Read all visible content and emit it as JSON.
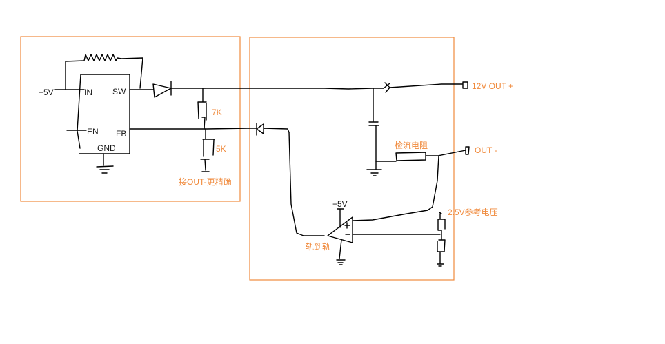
{
  "colors": {
    "annotation": "#f08a3c",
    "wire": "#000000",
    "background": "#ffffff"
  },
  "left_block": {
    "chip": {
      "pins": {
        "in": "IN",
        "sw": "SW",
        "en": "EN",
        "fb": "FB",
        "gnd": "GND"
      }
    },
    "supply_label": "+5V",
    "divider": {
      "upper_resistor": "7K",
      "lower_resistor": "5K",
      "note": "接OUT-更精确"
    }
  },
  "right_block": {
    "output_positive": "12V OUT +",
    "output_negative": "OUT -",
    "sense_resistor": "检流电阻",
    "opamp": {
      "supply": "+5V",
      "plus_sign": "+",
      "minus_sign": "−",
      "note": "轨到轨"
    },
    "reference": "2.5V参考电压"
  }
}
